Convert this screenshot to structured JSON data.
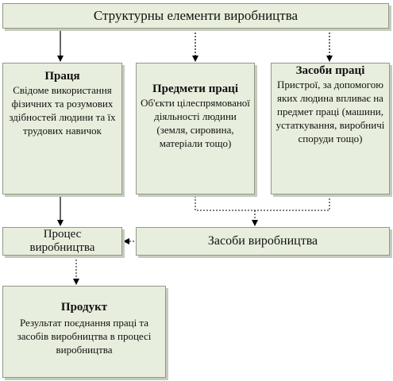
{
  "diagram": {
    "top": {
      "text": "Структурны елементи виробництва"
    },
    "labour": {
      "title": "Праця",
      "description": "Свідоме використання фізичних та розумових здібностей людини та їх трудових навичок"
    },
    "objects": {
      "title": "Предмети праці",
      "description": "Об'єкти цілеспрямованої діяльності людини (земля, сировина, матеріали тощо)"
    },
    "means": {
      "title": "Засоби праці",
      "description": "Пристрої, за допомогою яких людина впливає на предмет праці (машини, устаткування, виробничі споруди тощо)"
    },
    "process": {
      "text": "Процес виробництва"
    },
    "means_of_production": {
      "text": "Засоби виробництва"
    },
    "product": {
      "title": "Продукт",
      "description": "Результат поєднання праці та засобів виробництва в процесі виробництва"
    }
  }
}
